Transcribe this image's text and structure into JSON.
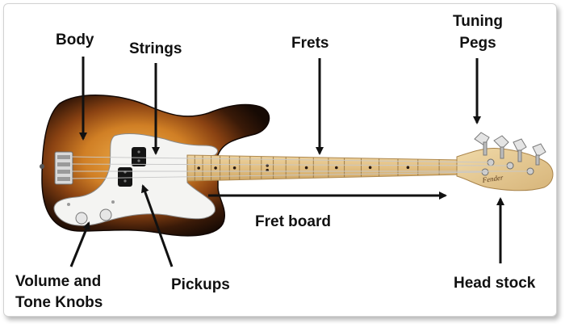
{
  "labels": {
    "body": "Body",
    "strings": "Strings",
    "frets": "Frets",
    "tuning_pegs_line1": "Tuning",
    "tuning_pegs_line2": "Pegs",
    "fret_board": "Fret board",
    "volume_line1": "Volume and",
    "volume_line2": "Tone Knobs",
    "pickups": "Pickups",
    "head_stock": "Head stock"
  },
  "colors": {
    "sunburst_dark": "#1e0f06",
    "sunburst_mid": "#7a3a10",
    "sunburst_center": "#e29a3a",
    "pickguard": "#f4f4f2",
    "maple_neck": "#e4c48a",
    "arrow": "#111111"
  }
}
